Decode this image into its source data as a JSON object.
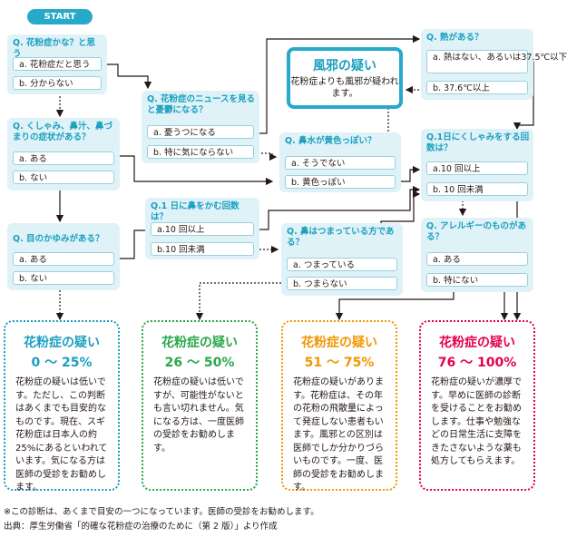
{
  "start_label": "START",
  "questions": {
    "q1": {
      "title": "Q. 花粉症かな？と思う",
      "options": [
        "a. 花粉症だと思う",
        "b. 分からない"
      ]
    },
    "q2": {
      "title": "Q. くしゃみ、鼻汁、鼻づまりの症状がある？",
      "options": [
        "a. ある",
        "b. ない"
      ]
    },
    "q3": {
      "title": "Q. 目のかゆみがある？",
      "options": [
        "a. ある",
        "b. ない"
      ]
    },
    "q4": {
      "title": "Q. 花粉症のニュースを見ると憂鬱になる？",
      "options": [
        "a. 憂うつになる",
        "b. 特に気にならない"
      ]
    },
    "q5": {
      "title": "Q.1 日に鼻をかむ回数は？",
      "options": [
        "a.10 回以上",
        "b.10 回未満"
      ]
    },
    "q6": {
      "title": "Q. 鼻水が黄色っぽい？",
      "options": [
        "a. そうでない",
        "b. 黄色っぽい"
      ]
    },
    "q7": {
      "title": "Q. 鼻はつまっている方である？",
      "options": [
        "a. つまっている",
        "b. つまらない"
      ]
    },
    "q8": {
      "title": "Q. 熱がある？",
      "options": [
        "a. 熱はない、あるいは37.5℃以下",
        "b. 37.6℃以上"
      ]
    },
    "q9": {
      "title": "Q.1日にくしゃみをする回数は？",
      "options": [
        "a.10 回以上",
        "b. 10 回未満"
      ]
    },
    "q10": {
      "title": "Q. アレルギーのものがある？",
      "options": [
        "a. ある",
        "b. 特にない"
      ]
    }
  },
  "flu": {
    "title": "風邪の疑い",
    "text": "花粉症よりも風邪が疑われます。"
  },
  "results": [
    {
      "title": "花粉症の疑い",
      "range": "0 ～ 25%",
      "color": "#1a9fc0",
      "body": "花粉症の疑いは低いです。ただし、この判断はあくまでも目安的なものです。現在、スギ花粉症は日本人の約 25%にあるといわれています。気になる方は医師の受診をお勧めします。"
    },
    {
      "title": "花粉症の疑い",
      "range": "26 ～ 50%",
      "color": "#2aa84a",
      "body": "花粉症の疑いは低いですが、可能性がないとも言い切れません。気になる方は、一度医師の受診をお勧めします。"
    },
    {
      "title": "花粉症の疑い",
      "range": "51 ～ 75%",
      "color": "#f29600",
      "body": "花粉症の疑いがあります。花粉症は、その年の花粉の飛散量によって発症しない患者もいます。風邪との区別は医師でしか分かりづらいものです。一度、医師の受診をお勧めします。"
    },
    {
      "title": "花粉症の疑い",
      "range": "76 ～ 100%",
      "color": "#e5004f",
      "body": "花粉症の疑いが濃厚です。早めに医師の診断を受けることをお勧めします。仕事や勉強などの日常生活に支障をきたさないような薬も処方してもらえます。"
    }
  ],
  "notes": [
    "※この診断は、あくまで目安の一つになっています。医師の受診をお勧めします。",
    "出典：厚生労働省「的確な花粉症の治療のために（第 2 版）」より作成"
  ]
}
